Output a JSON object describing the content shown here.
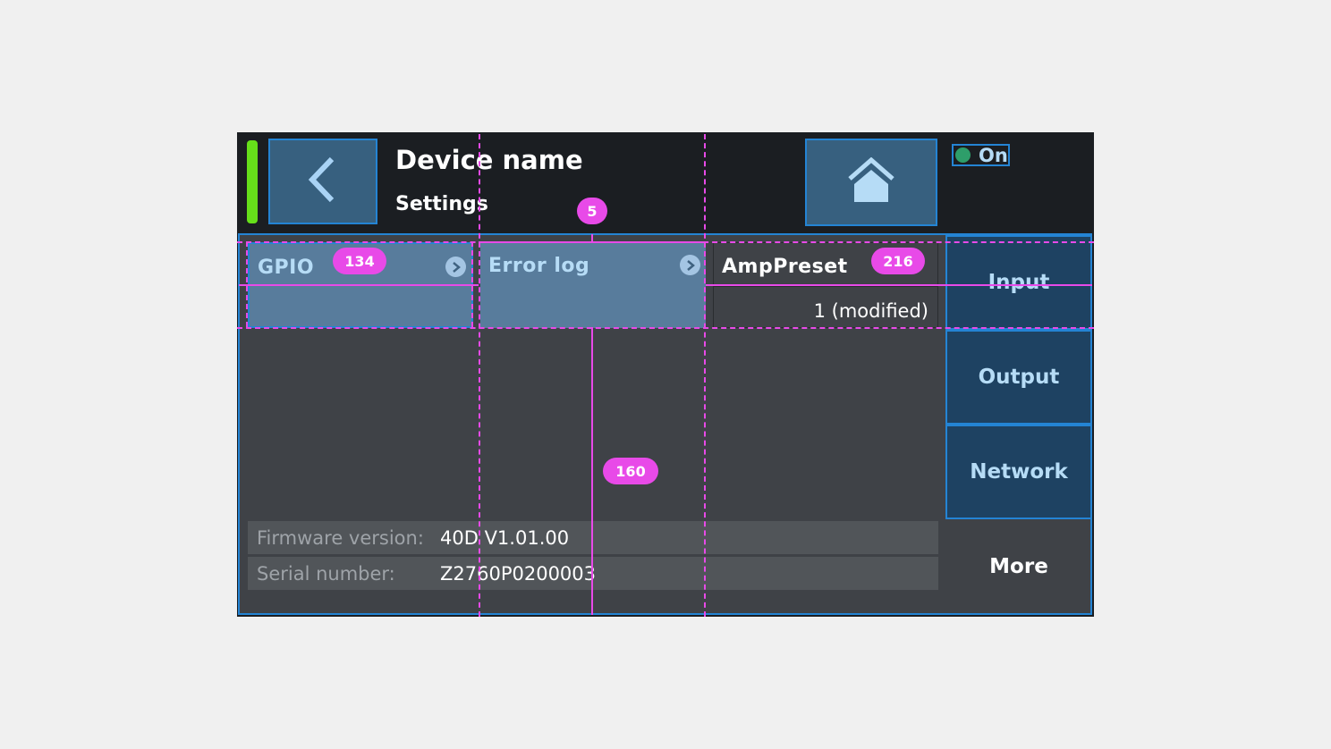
{
  "header": {
    "title": "Device name",
    "subtitle": "Settings",
    "power_label": "On",
    "status_color": "#66e01a"
  },
  "tiles": [
    {
      "label": "GPIO",
      "icon": "chevron-right-icon"
    },
    {
      "label": "Error log",
      "icon": "chevron-right-icon"
    },
    {
      "label": "AmpPreset",
      "value": "1 (modified)"
    }
  ],
  "side_menu": [
    "Input",
    "Output",
    "Network",
    "More"
  ],
  "info": {
    "firmware_label": "Firmware version:",
    "firmware_value": "40D V1.01.00",
    "serial_label": "Serial number:",
    "serial_value": "Z2760P0200003"
  },
  "overlay": {
    "badges": [
      "134",
      "5",
      "216",
      "160"
    ],
    "color": "#e84ae8"
  },
  "colors": {
    "accent": "#2484d4",
    "button_bg": "#37607f",
    "tile_bg": "#587c9c",
    "side_bg": "#1e4262",
    "panel_bg": "#3f4247",
    "header_bg": "#1b1e22"
  }
}
